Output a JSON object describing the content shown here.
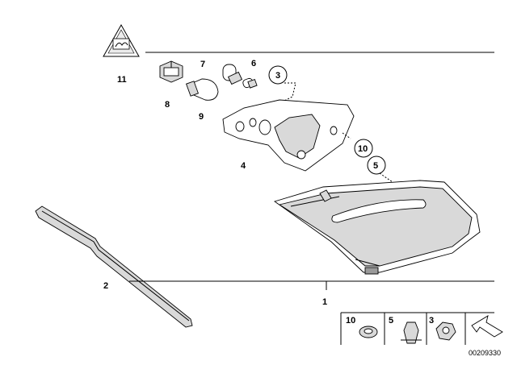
{
  "diagram": {
    "callouts": {
      "p11": "11",
      "p7": "7",
      "p6": "6",
      "p3": "3",
      "p8": "8",
      "p9": "9",
      "p4": "4",
      "p10": "10",
      "p5": "5",
      "p2": "2",
      "p1": "1"
    },
    "legend": {
      "l10": "10",
      "l5": "5",
      "l3": "3"
    },
    "warning_icon": "bulb-warning-triangle-icon",
    "arrow_icon": "arrow-icon",
    "doc_number": "00209330"
  }
}
